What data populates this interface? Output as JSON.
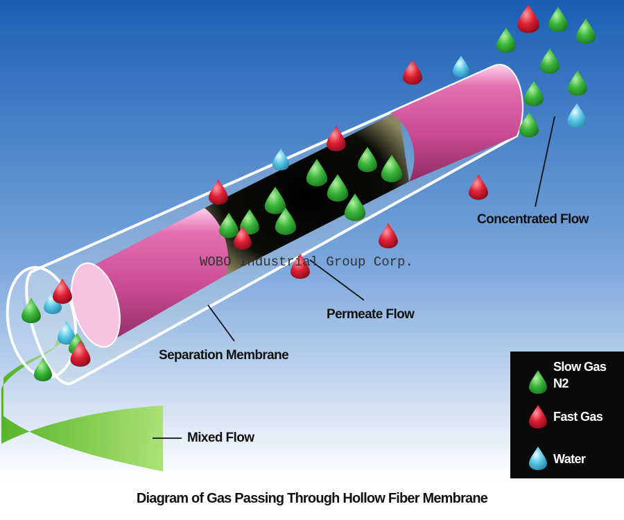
{
  "labels": {
    "concentrated_flow": "Concentrated Flow",
    "permeate_flow": "Permeate Flow",
    "separation_membrane": "Separation Membrane",
    "mixed_flow": "Mixed Flow"
  },
  "watermark": "WOBO Industrial Group Corp.",
  "legend": {
    "items": [
      {
        "label": "Slow Gas\nN2",
        "color": "#3bb83b",
        "icon": "green-droplet-icon"
      },
      {
        "label": "Fast Gas",
        "color": "#e02035",
        "icon": "red-droplet-icon"
      },
      {
        "label": "Water",
        "color": "#5ac8e6",
        "icon": "blue-droplet-icon"
      }
    ]
  },
  "caption": "Diagram of Gas Passing Through Hollow Fiber Membrane",
  "colors": {
    "sky_top": "#1a5fb4",
    "sky_bottom": "#ffffff",
    "membrane": "#d94f9a",
    "slow_gas": "#3bb83b",
    "fast_gas": "#e02035",
    "water": "#5ac8e6",
    "mixed_flow_arrow": "#7ed44a"
  }
}
